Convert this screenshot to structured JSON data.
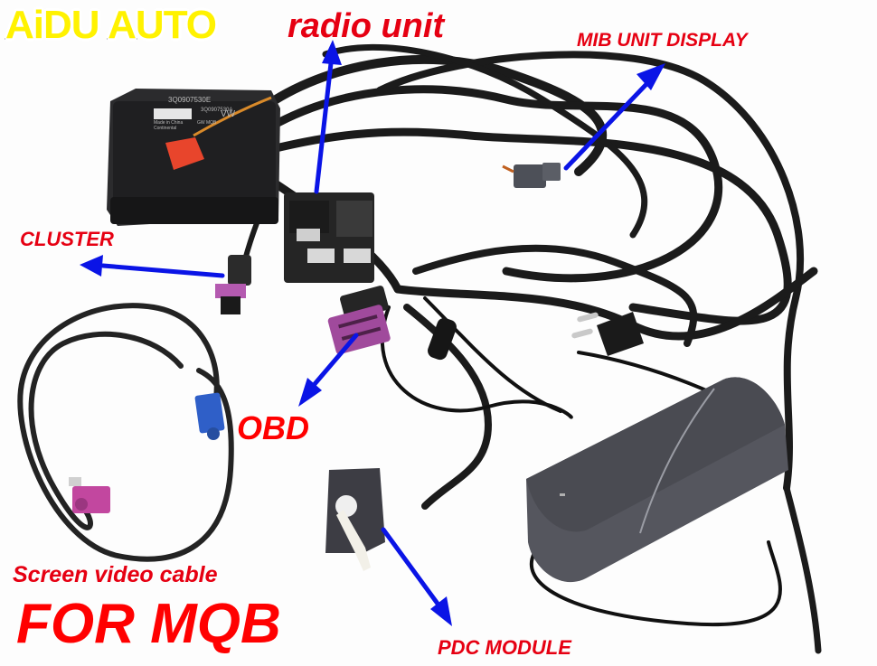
{
  "brand": {
    "logo_text": "AiDU AUTO",
    "fill_color": "#fff200",
    "outline_color": "#111111"
  },
  "labels": {
    "radio_unit": "radio unit",
    "mib_unit_display": "MIB UNIT DISPLAY",
    "cluster": "CLUSTER",
    "obd": "OBD",
    "screen_video_cable": "Screen video cable",
    "for_mqb": "FOR MQB",
    "pdc_module": "PDC MODULE"
  },
  "module": {
    "part_number": "3Q0907530E",
    "part_number_alt": "3Q0907530A",
    "vendor": "Continental",
    "origin": "Made in China",
    "brand_mark": "VW",
    "gateway_text": "GW MQB"
  },
  "colors": {
    "label_red": "#e60012",
    "arrow_blue": "#0a14e6",
    "cable_black": "#1a1a1a",
    "connector_red": "#e8452c",
    "connector_violet": "#a04a9c",
    "fakra_blue": "#2f5fc8",
    "fakra_pink": "#c2479f",
    "adapter_gray": "#4a4a52"
  }
}
